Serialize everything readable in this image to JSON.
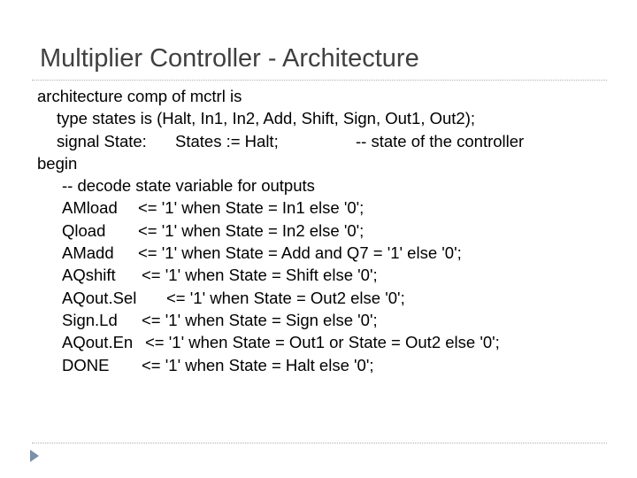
{
  "slide": {
    "title": "Multiplier Controller - Architecture",
    "accent_color": "#7a90a8"
  },
  "code": {
    "line1": "architecture comp of mctrl is",
    "line2": "type states is (Halt, In1, In2, Add, Shift, Sign, Out1, Out2);",
    "line3_decl": "signal State:",
    "line3_type": "States := Halt;",
    "line3_comment": "-- state of the controller",
    "line4": "begin",
    "line5": "-- decode state variable for outputs",
    "assignments": [
      {
        "signal": "AMload",
        "expr": "<= '1' when State = In1 else '0';"
      },
      {
        "signal": "Qload",
        "expr": "<= '1' when State = In2 else '0';"
      },
      {
        "signal": "AMadd",
        "expr": "<= '1' when State = Add and Q7 = '1' else '0';"
      },
      {
        "signal": "AQshift",
        "expr": "<= '1' when State = Shift else '0';"
      },
      {
        "signal": "AQout.Sel",
        "expr": "<= '1' when State = Out2 else '0';"
      },
      {
        "signal": "Sign.Ld",
        "expr": "<= '1' when State = Sign else '0';"
      },
      {
        "signal": "AQout.En",
        "expr": "<= '1' when State = Out1 or State = Out2 else '0';"
      },
      {
        "signal": "DONE",
        "expr": "<= '1' when State = Halt else '0';"
      }
    ]
  }
}
